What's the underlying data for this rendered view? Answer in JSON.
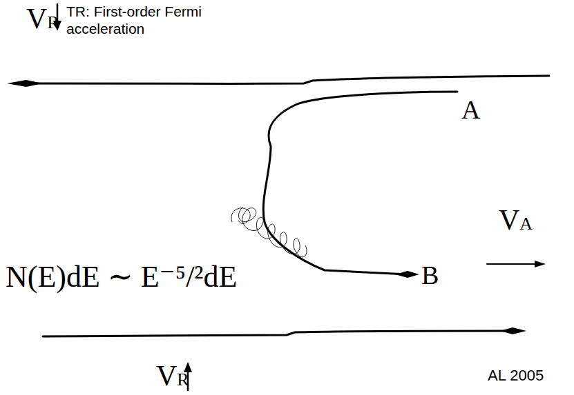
{
  "diagram": {
    "labels": [
      "VR",
      "TR: First-order Fermi acceleration",
      "A",
      "VA",
      "N(E)dE ∼ E⁻⁵/²dE",
      "B",
      "VR",
      "AL 2005"
    ]
  }
}
